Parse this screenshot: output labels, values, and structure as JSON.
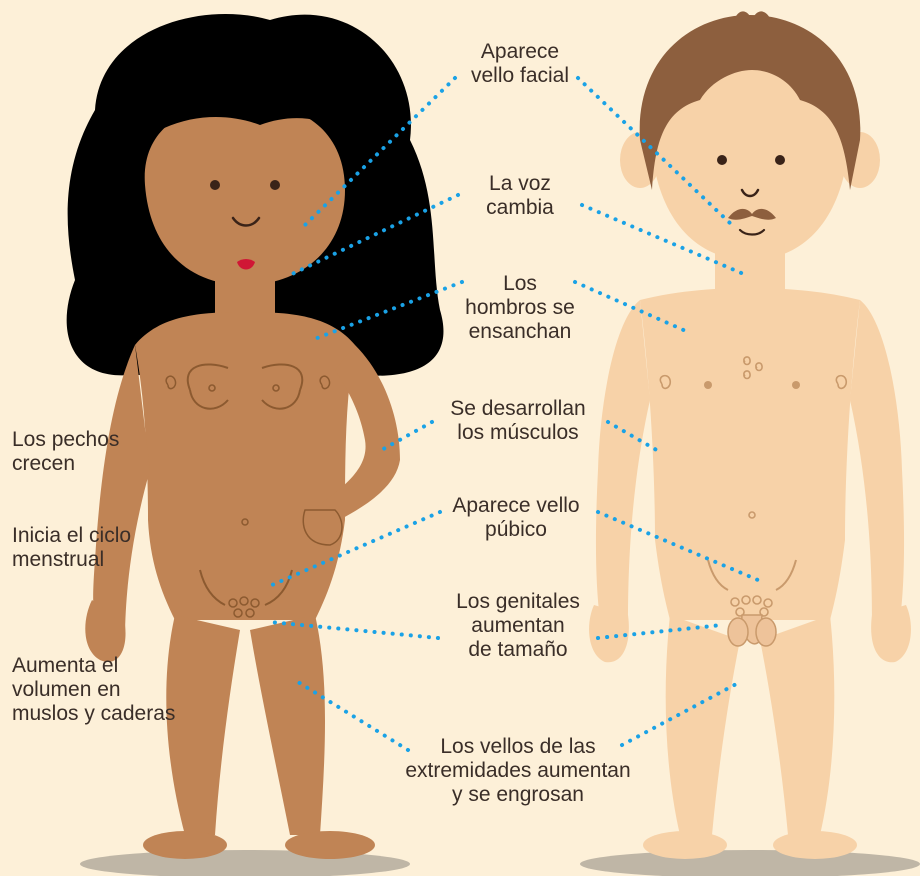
{
  "colors": {
    "background": "#fdf0d8",
    "girl_skin": "#c08455",
    "girl_skin_line": "#8c5a30",
    "girl_hair": "#000000",
    "boy_skin": "#f7d2a8",
    "boy_skin_line": "#c99a6c",
    "boy_hair": "#8d5f3e",
    "leader_line": "#1aa2e6",
    "shadow": "#bfb6a6",
    "text": "#3a2e28"
  },
  "labels": {
    "facial_hair": "Aparece\nvello facial",
    "voice": "La voz\ncambia",
    "shoulders": "Los\nhombros se\nensanchan",
    "muscles": "Se desarrollan\nlos músculos",
    "pubic_hair": "Aparece vello\npúbico",
    "genitals": "Los genitales\naumentan\nde tamaño",
    "limb_hair": "Los vellos de las\nextremidades aumentan\ny se engrosan",
    "breasts": "Los pechos\ncrecen",
    "menstrual": "Inicia el ciclo\nmenstrual",
    "thighs": "Aumenta el\nvolumen en\nmuslos y caderas"
  }
}
